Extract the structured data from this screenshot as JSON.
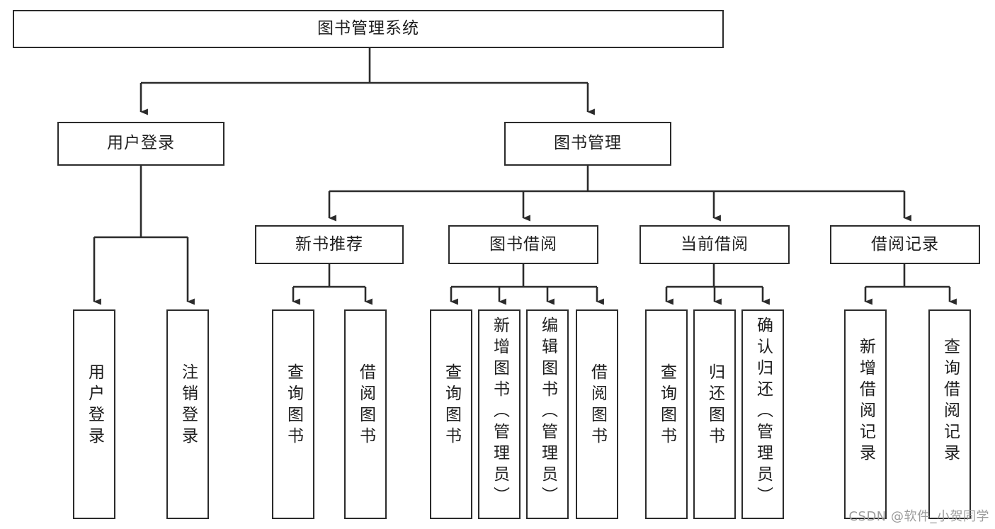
{
  "diagram": {
    "title": "图书管理系统",
    "type": "tree-hierarchy",
    "line_color": "#2b2b2b",
    "text_color": "#1d1d1d",
    "background": "#ffffff",
    "nodes": {
      "root": {
        "label": "图书管理系统"
      },
      "level2": [
        {
          "id": "user-login",
          "label": "用户登录"
        },
        {
          "id": "book-manage",
          "label": "图书管理"
        }
      ],
      "level3": [
        {
          "id": "new-book-recommend",
          "label": "新书推荐"
        },
        {
          "id": "book-borrow",
          "label": "图书借阅"
        },
        {
          "id": "current-borrow",
          "label": "当前借阅"
        },
        {
          "id": "borrow-record",
          "label": "借阅记录"
        }
      ],
      "leaves": {
        "user_login": [
          {
            "id": "leaf-user-login",
            "label": "用户登录"
          },
          {
            "id": "leaf-logout-login",
            "label": "注销登录"
          }
        ],
        "new_book_recommend": [
          {
            "id": "leaf-query-book-1",
            "label": "查询图书"
          },
          {
            "id": "leaf-borrow-book-1",
            "label": "借阅图书"
          }
        ],
        "book_borrow": [
          {
            "id": "leaf-query-book-2",
            "label": "查询图书"
          },
          {
            "id": "leaf-add-book",
            "label": "新增图书（管理员）"
          },
          {
            "id": "leaf-edit-book",
            "label": "编辑图书（管理员）"
          },
          {
            "id": "leaf-borrow-book-2",
            "label": "借阅图书"
          }
        ],
        "current_borrow": [
          {
            "id": "leaf-query-book-3",
            "label": "查询图书"
          },
          {
            "id": "leaf-return-book",
            "label": "归还图书"
          },
          {
            "id": "leaf-confirm-return",
            "label": "确认归还（管理员）"
          }
        ],
        "borrow_record": [
          {
            "id": "leaf-add-record",
            "label": "新增借阅记录"
          },
          {
            "id": "leaf-query-record",
            "label": "查询借阅记录"
          }
        ]
      }
    }
  },
  "watermark": {
    "text": "CSDN @软件_小贺同学"
  }
}
